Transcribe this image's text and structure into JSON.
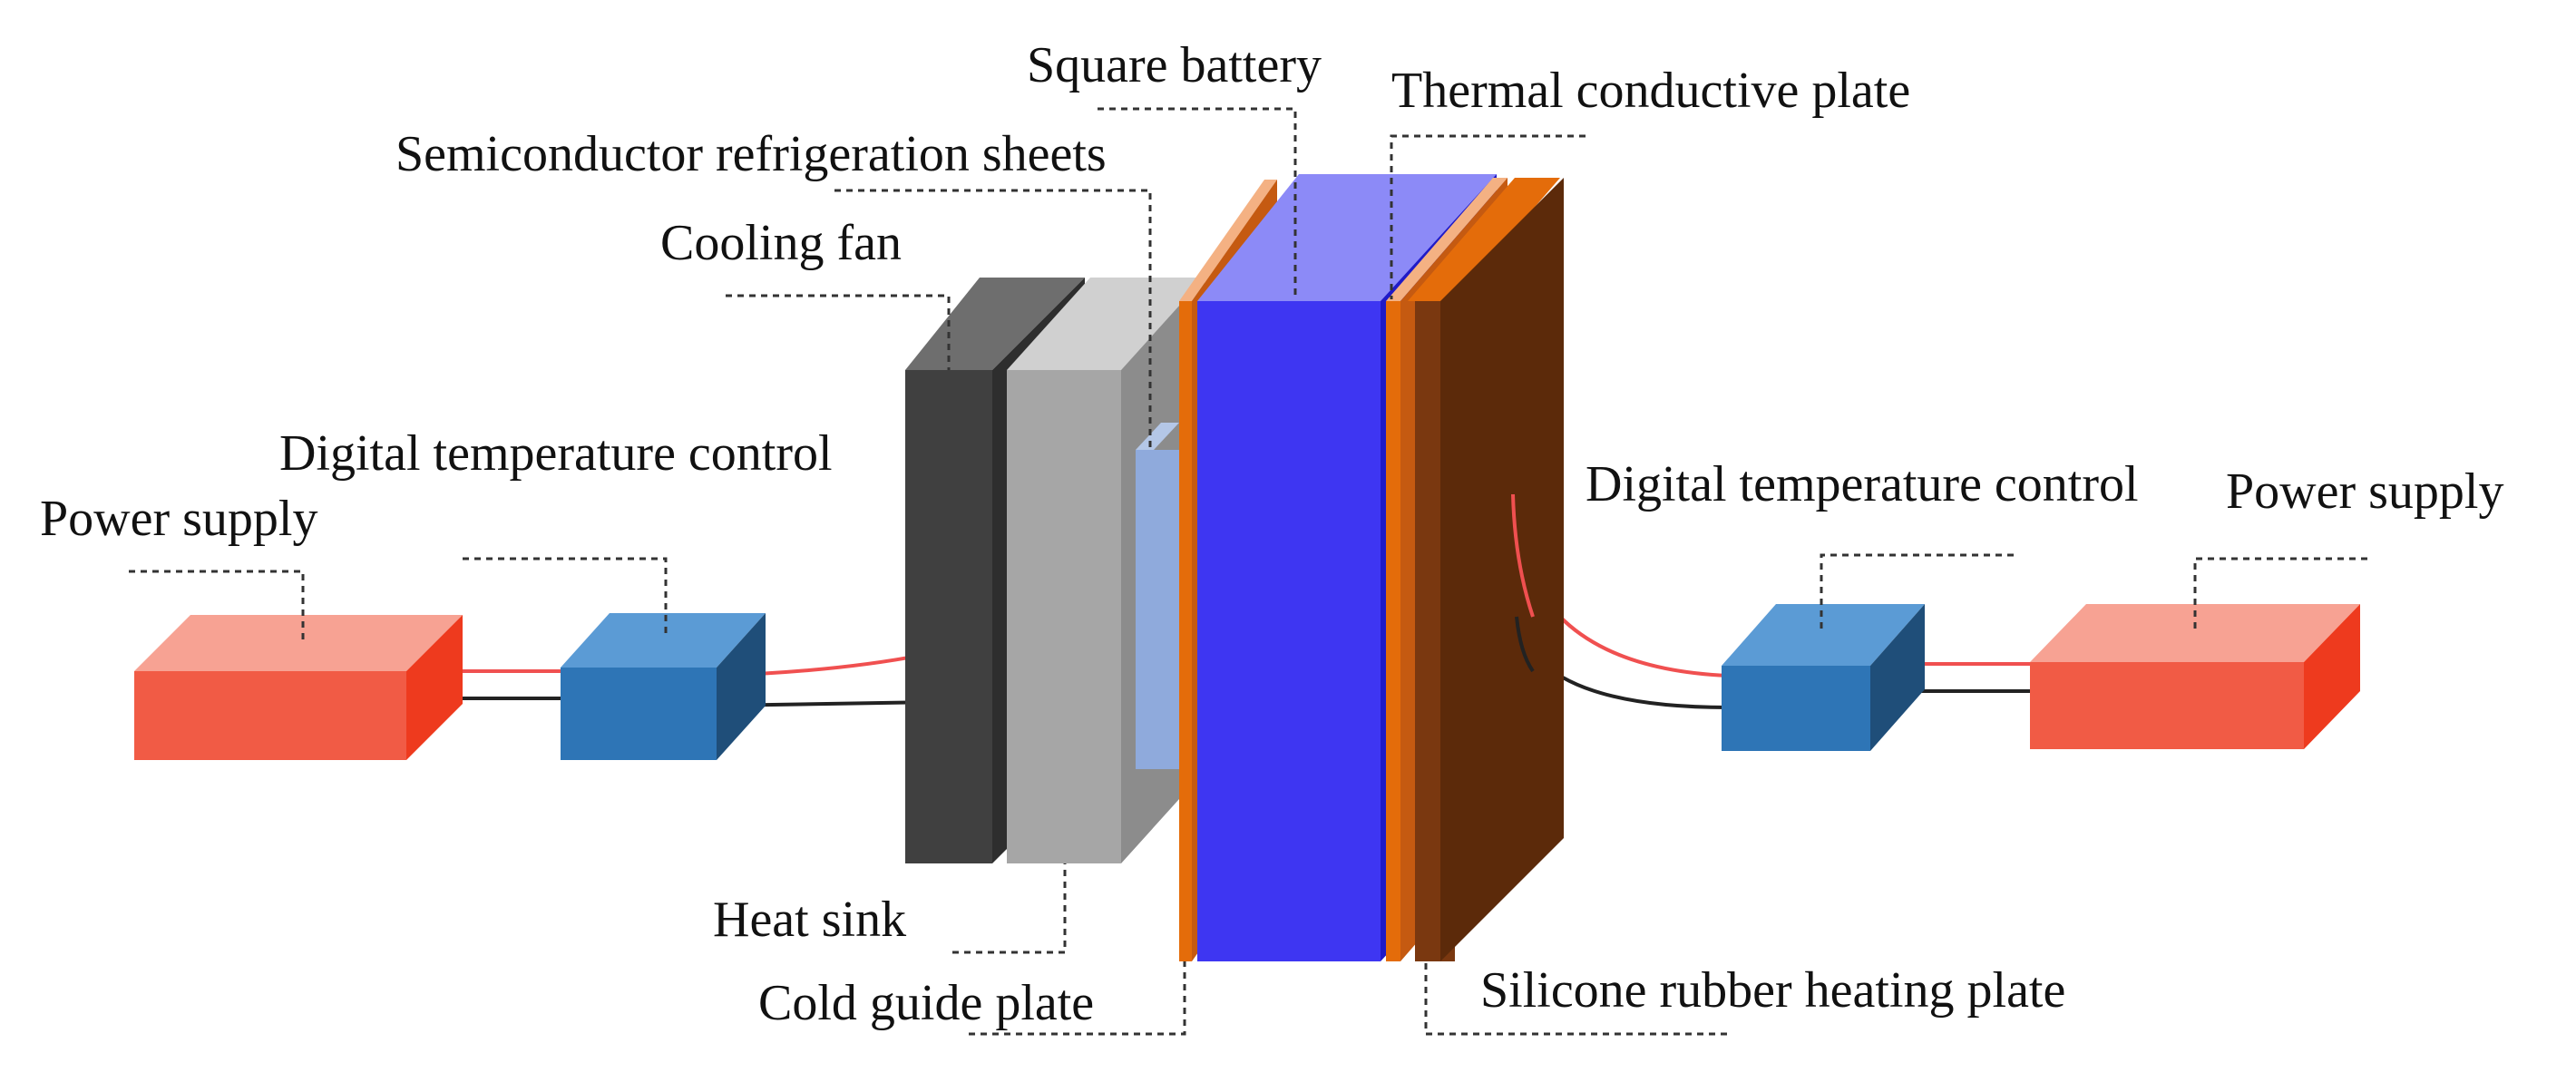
{
  "labels": {
    "square_battery": "Square battery",
    "thermal_conductive_plate": "Thermal conductive plate",
    "semiconductor_sheets": "Semiconductor refrigeration sheets",
    "cooling_fan": "Cooling fan",
    "digital_temp_left": "Digital temperature control",
    "power_supply_left": "Power supply",
    "digital_temp_right": "Digital temperature control",
    "power_supply_right": "Power supply",
    "heat_sink": "Heat sink",
    "cold_guide_plate": "Cold guide plate",
    "silicone_heating_plate": "Silicone rubber heating plate"
  },
  "colors": {
    "power_supply_front": "#F15B45",
    "power_supply_top": "#F7A293",
    "power_supply_side": "#EE3A1E",
    "controller_front": "#2E75B6",
    "controller_top": "#5B9BD5",
    "controller_side": "#1F4E79",
    "cooling_fan_front": "#404040",
    "cooling_fan_top": "#6E6E6E",
    "heat_sink_front": "#A6A6A6",
    "heat_sink_top": "#D0D0D0",
    "heat_sink_side": "#8C8C8C",
    "semiconductor_sheet": "#8FAADC",
    "battery_front": "#3E36F2",
    "battery_top": "#8C8AF7",
    "battery_side": "#1F1AC8",
    "orange_plate": "#E46C0A",
    "heating_plate": "#5C2A0A",
    "wire_red": "#F05050",
    "wire_black": "#222222"
  }
}
